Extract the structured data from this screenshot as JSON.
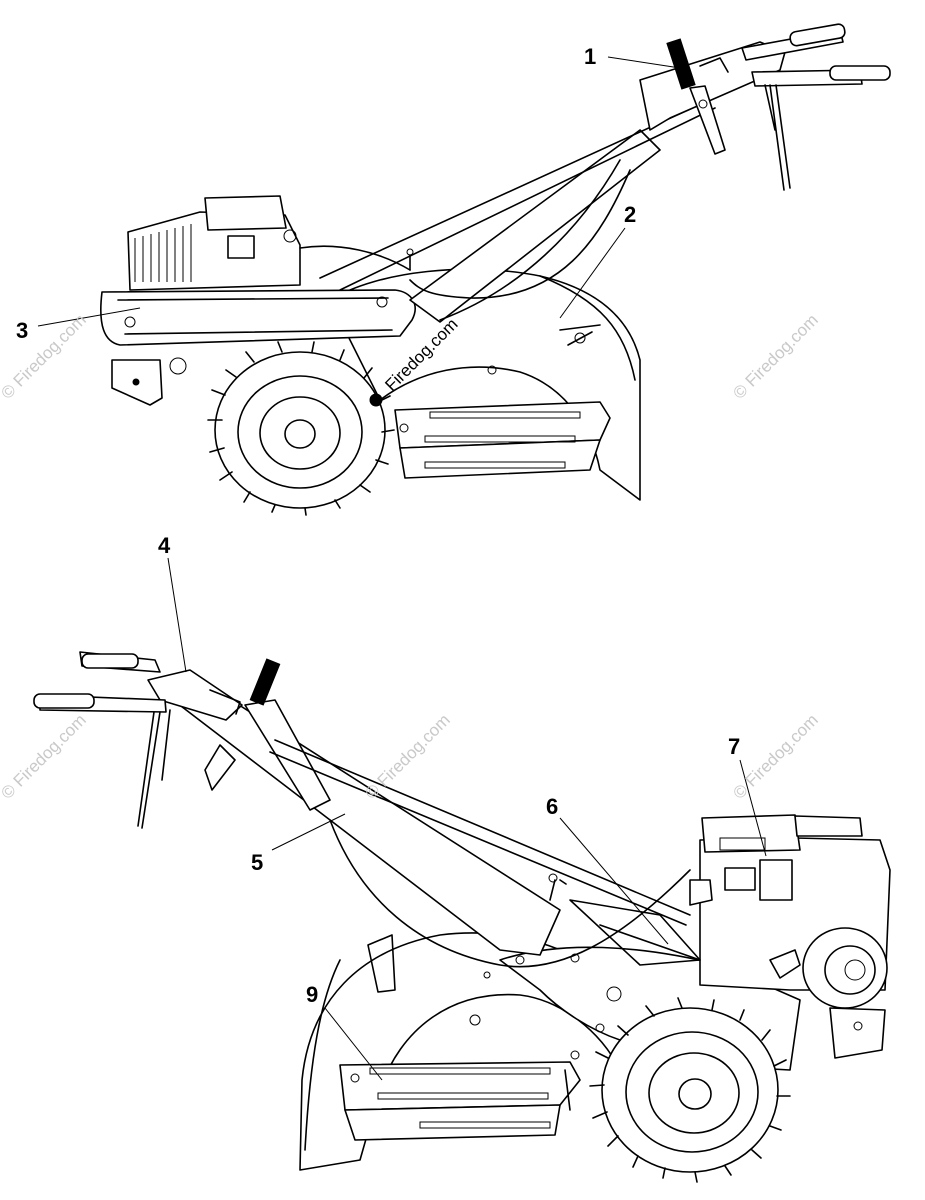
{
  "figure": {
    "callouts": [
      {
        "id": "1",
        "label": "1"
      },
      {
        "id": "2",
        "label": "2"
      },
      {
        "id": "3",
        "label": "3"
      },
      {
        "id": "4",
        "label": "4"
      },
      {
        "id": "5",
        "label": "5"
      },
      {
        "id": "6",
        "label": "6"
      },
      {
        "id": "7",
        "label": "7"
      },
      {
        "id": "9",
        "label": "9"
      }
    ],
    "watermark": "© Firedog.com",
    "watermark_inline": "Firedog.com",
    "colors": {
      "line": "#000000",
      "background": "#ffffff",
      "watermark": "#c9c9c9"
    }
  }
}
